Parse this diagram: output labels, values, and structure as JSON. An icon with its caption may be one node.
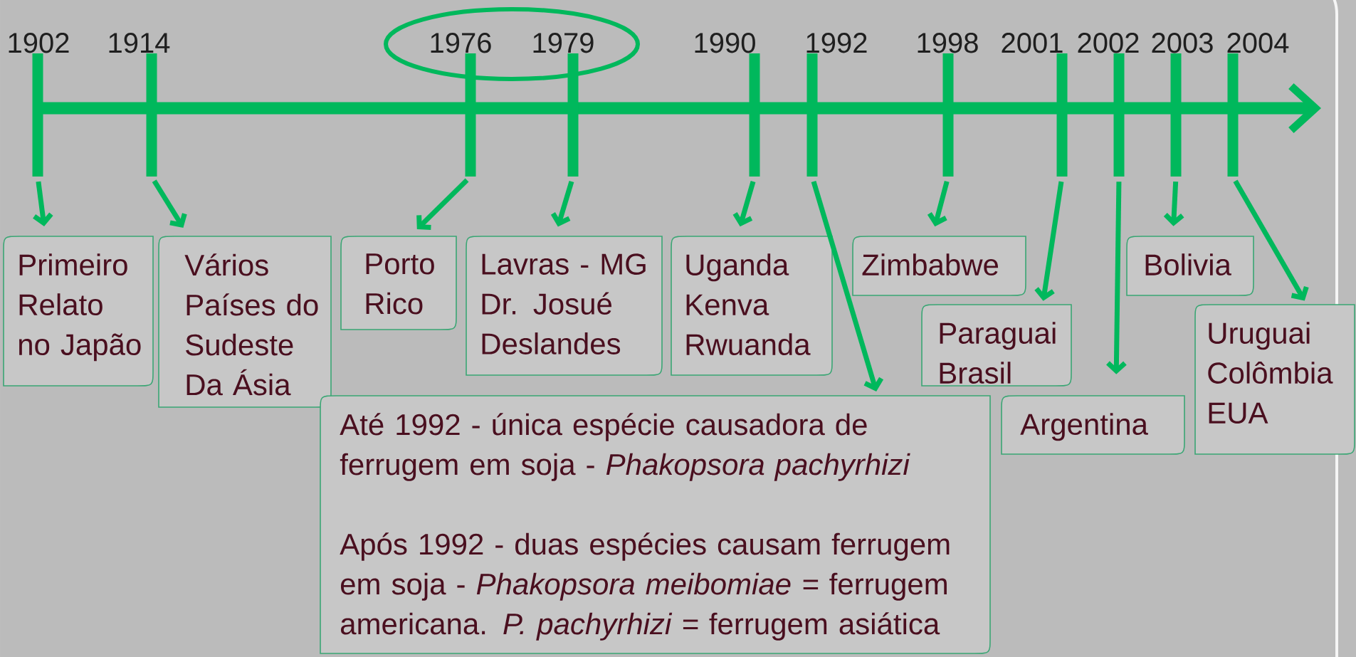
{
  "diagram": {
    "nodes": [
      {
        "text": [],
        "shape": "bar",
        "beside": [
          "1902"
        ]
      },
      {
        "text": [],
        "shape": "bar",
        "beside": [
          "1914"
        ]
      },
      {
        "text": [],
        "shape": "bar",
        "beside": [
          "1976"
        ]
      },
      {
        "text": [],
        "shape": "bar",
        "beside": [
          "1979"
        ]
      },
      {
        "text": [],
        "shape": "bar",
        "beside": [
          "1990"
        ]
      },
      {
        "text": [],
        "shape": "bar",
        "beside": [
          "1992"
        ]
      },
      {
        "text": [],
        "shape": "bar",
        "beside": [
          "1998"
        ]
      },
      {
        "text": [],
        "shape": "bar",
        "beside": [
          "2001"
        ]
      },
      {
        "text": [],
        "shape": "bar",
        "beside": [
          "2002"
        ]
      },
      {
        "text": [],
        "shape": "bar",
        "beside": [
          "2003"
        ]
      },
      {
        "text": [],
        "shape": "bar",
        "beside": [
          "2004"
        ]
      },
      {
        "text": [
          "Primeiro Relato no Japão"
        ]
      },
      {
        "text": [
          "Vários Países do Sudeste Da Ásia"
        ]
      },
      {
        "text": [
          "Porto Rico"
        ]
      },
      {
        "text": [
          "Lavras - MG Dr. Josué Deslandes"
        ]
      },
      {
        "text": [
          "Uganda Kenva Rwuanda"
        ]
      },
      {
        "text": [
          "Zimbabwe"
        ]
      },
      {
        "text": [
          "Paraguai Brasil"
        ]
      },
      {
        "text": [
          "Argentina"
        ]
      },
      {
        "text": [
          "Bolivia"
        ]
      },
      {
        "text": [
          "Uruguai Colômbia EUA"
        ]
      },
      {
        "text": [
          "Até 1992 - única espécie causadora de ferrugem em soja - *Phakopsora pachyrhizi*",
          "Após 1992 - duas espécies causam ferrugem em soja - *Phakopsora meibomiae  =* ferrugem americana. *P. pachyrhizi =* ferrugem asiática"
        ]
      }
    ],
    "edges": [
      {
        "from": 0,
        "to": 11,
        "arrow": "to"
      },
      {
        "from": 1,
        "to": 12,
        "arrow": "to"
      },
      {
        "from": 2,
        "to": 13,
        "arrow": "to"
      },
      {
        "from": 3,
        "to": 14,
        "arrow": "to"
      },
      {
        "from": 4,
        "to": 15,
        "arrow": "to"
      },
      {
        "from": 5,
        "to": 21,
        "arrow": "to"
      },
      {
        "from": 6,
        "to": 16,
        "arrow": "to"
      },
      {
        "from": 7,
        "to": 17,
        "arrow": "to"
      },
      {
        "from": 8,
        "to": 18,
        "arrow": "to"
      },
      {
        "from": 9,
        "to": 19,
        "arrow": "to"
      },
      {
        "from": 10,
        "to": 20,
        "arrow": "to"
      }
    ]
  }
}
